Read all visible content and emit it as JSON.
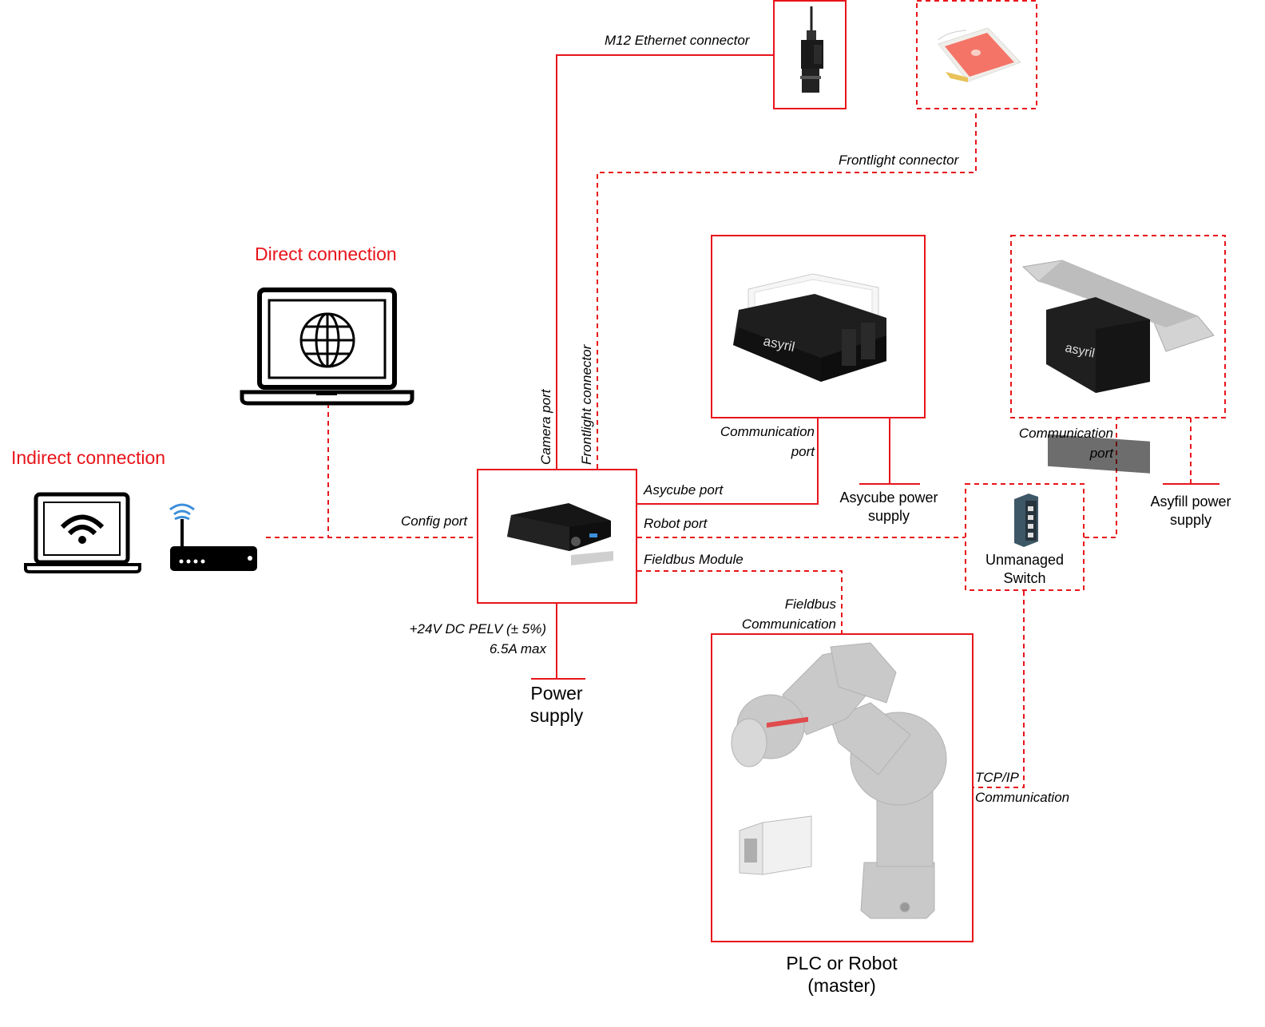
{
  "colors": {
    "accent": "#e8141b",
    "wifi": "#3d8fdb",
    "black": "#000000"
  },
  "titles": {
    "direct": "Direct connection",
    "indirect": "Indirect connection"
  },
  "labels": {
    "m12": "M12 Ethernet connector",
    "frontlight_top": "Frontlight connector",
    "camera_port": "Camera port",
    "frontlight_vertical": "Frontlight connector",
    "config_port": "Config port",
    "asycube_port": "Asycube port",
    "robot_port": "Robot port",
    "fieldbus_module": "Fieldbus Module",
    "power_spec_line1": "+24V DC PELV (± 5%)",
    "power_spec_line2": "6.5A max",
    "comm_port_asycube_line1": "Communication",
    "comm_port_asycube_line2": "port",
    "comm_port_asyfill_line1": "Communication",
    "comm_port_asyfill_line2": "port",
    "fieldbus_comm_line1": "Fieldbus",
    "fieldbus_comm_line2": "Communication",
    "tcpip_line1": "TCP/IP",
    "tcpip_line2": "Communication"
  },
  "nodes": {
    "power_supply_line1": "Power",
    "power_supply_line2": "supply",
    "asycube_power_line1": "Asycube power",
    "asycube_power_line2": "supply",
    "asyfill_power_line1": "Asyfill power",
    "asyfill_power_line2": "supply",
    "switch_line1": "Unmanaged",
    "switch_line2": "Switch",
    "plc_line1": "PLC or Robot",
    "plc_line2": "(master)"
  },
  "icons": {
    "laptop_globe": "laptop-globe-icon",
    "laptop_wifi": "laptop-wifi-icon",
    "router": "router-icon",
    "camera": "camera-icon",
    "frontlight": "frontlight-icon",
    "asycube": "asycube-icon",
    "asyfill": "asyfill-icon",
    "controller": "controller-icon",
    "switch": "switch-icon",
    "robot": "robot-icon"
  },
  "logos": {
    "asycube_brand": "asyril",
    "asyfill_brand": "asyril"
  }
}
